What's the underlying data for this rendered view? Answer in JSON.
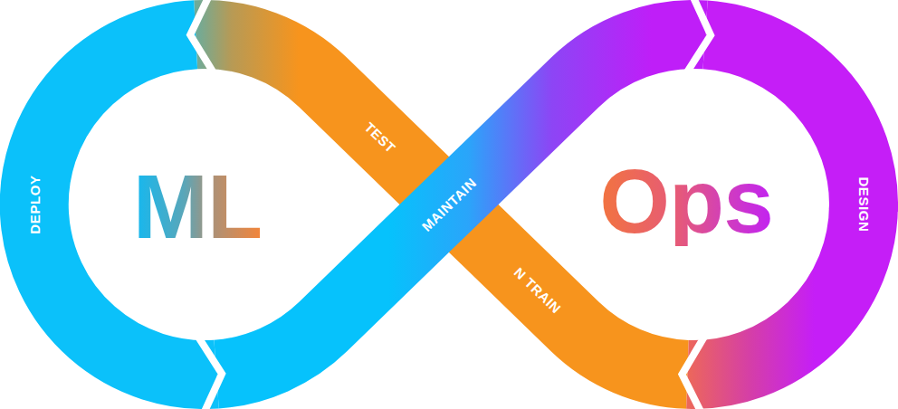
{
  "diagram": {
    "labels": [
      "ML",
      "Ops",
      "DEPLOY",
      "TEST",
      "MAINTAIN",
      "N TRAIN",
      "DESIGN"
    ]
  }
}
